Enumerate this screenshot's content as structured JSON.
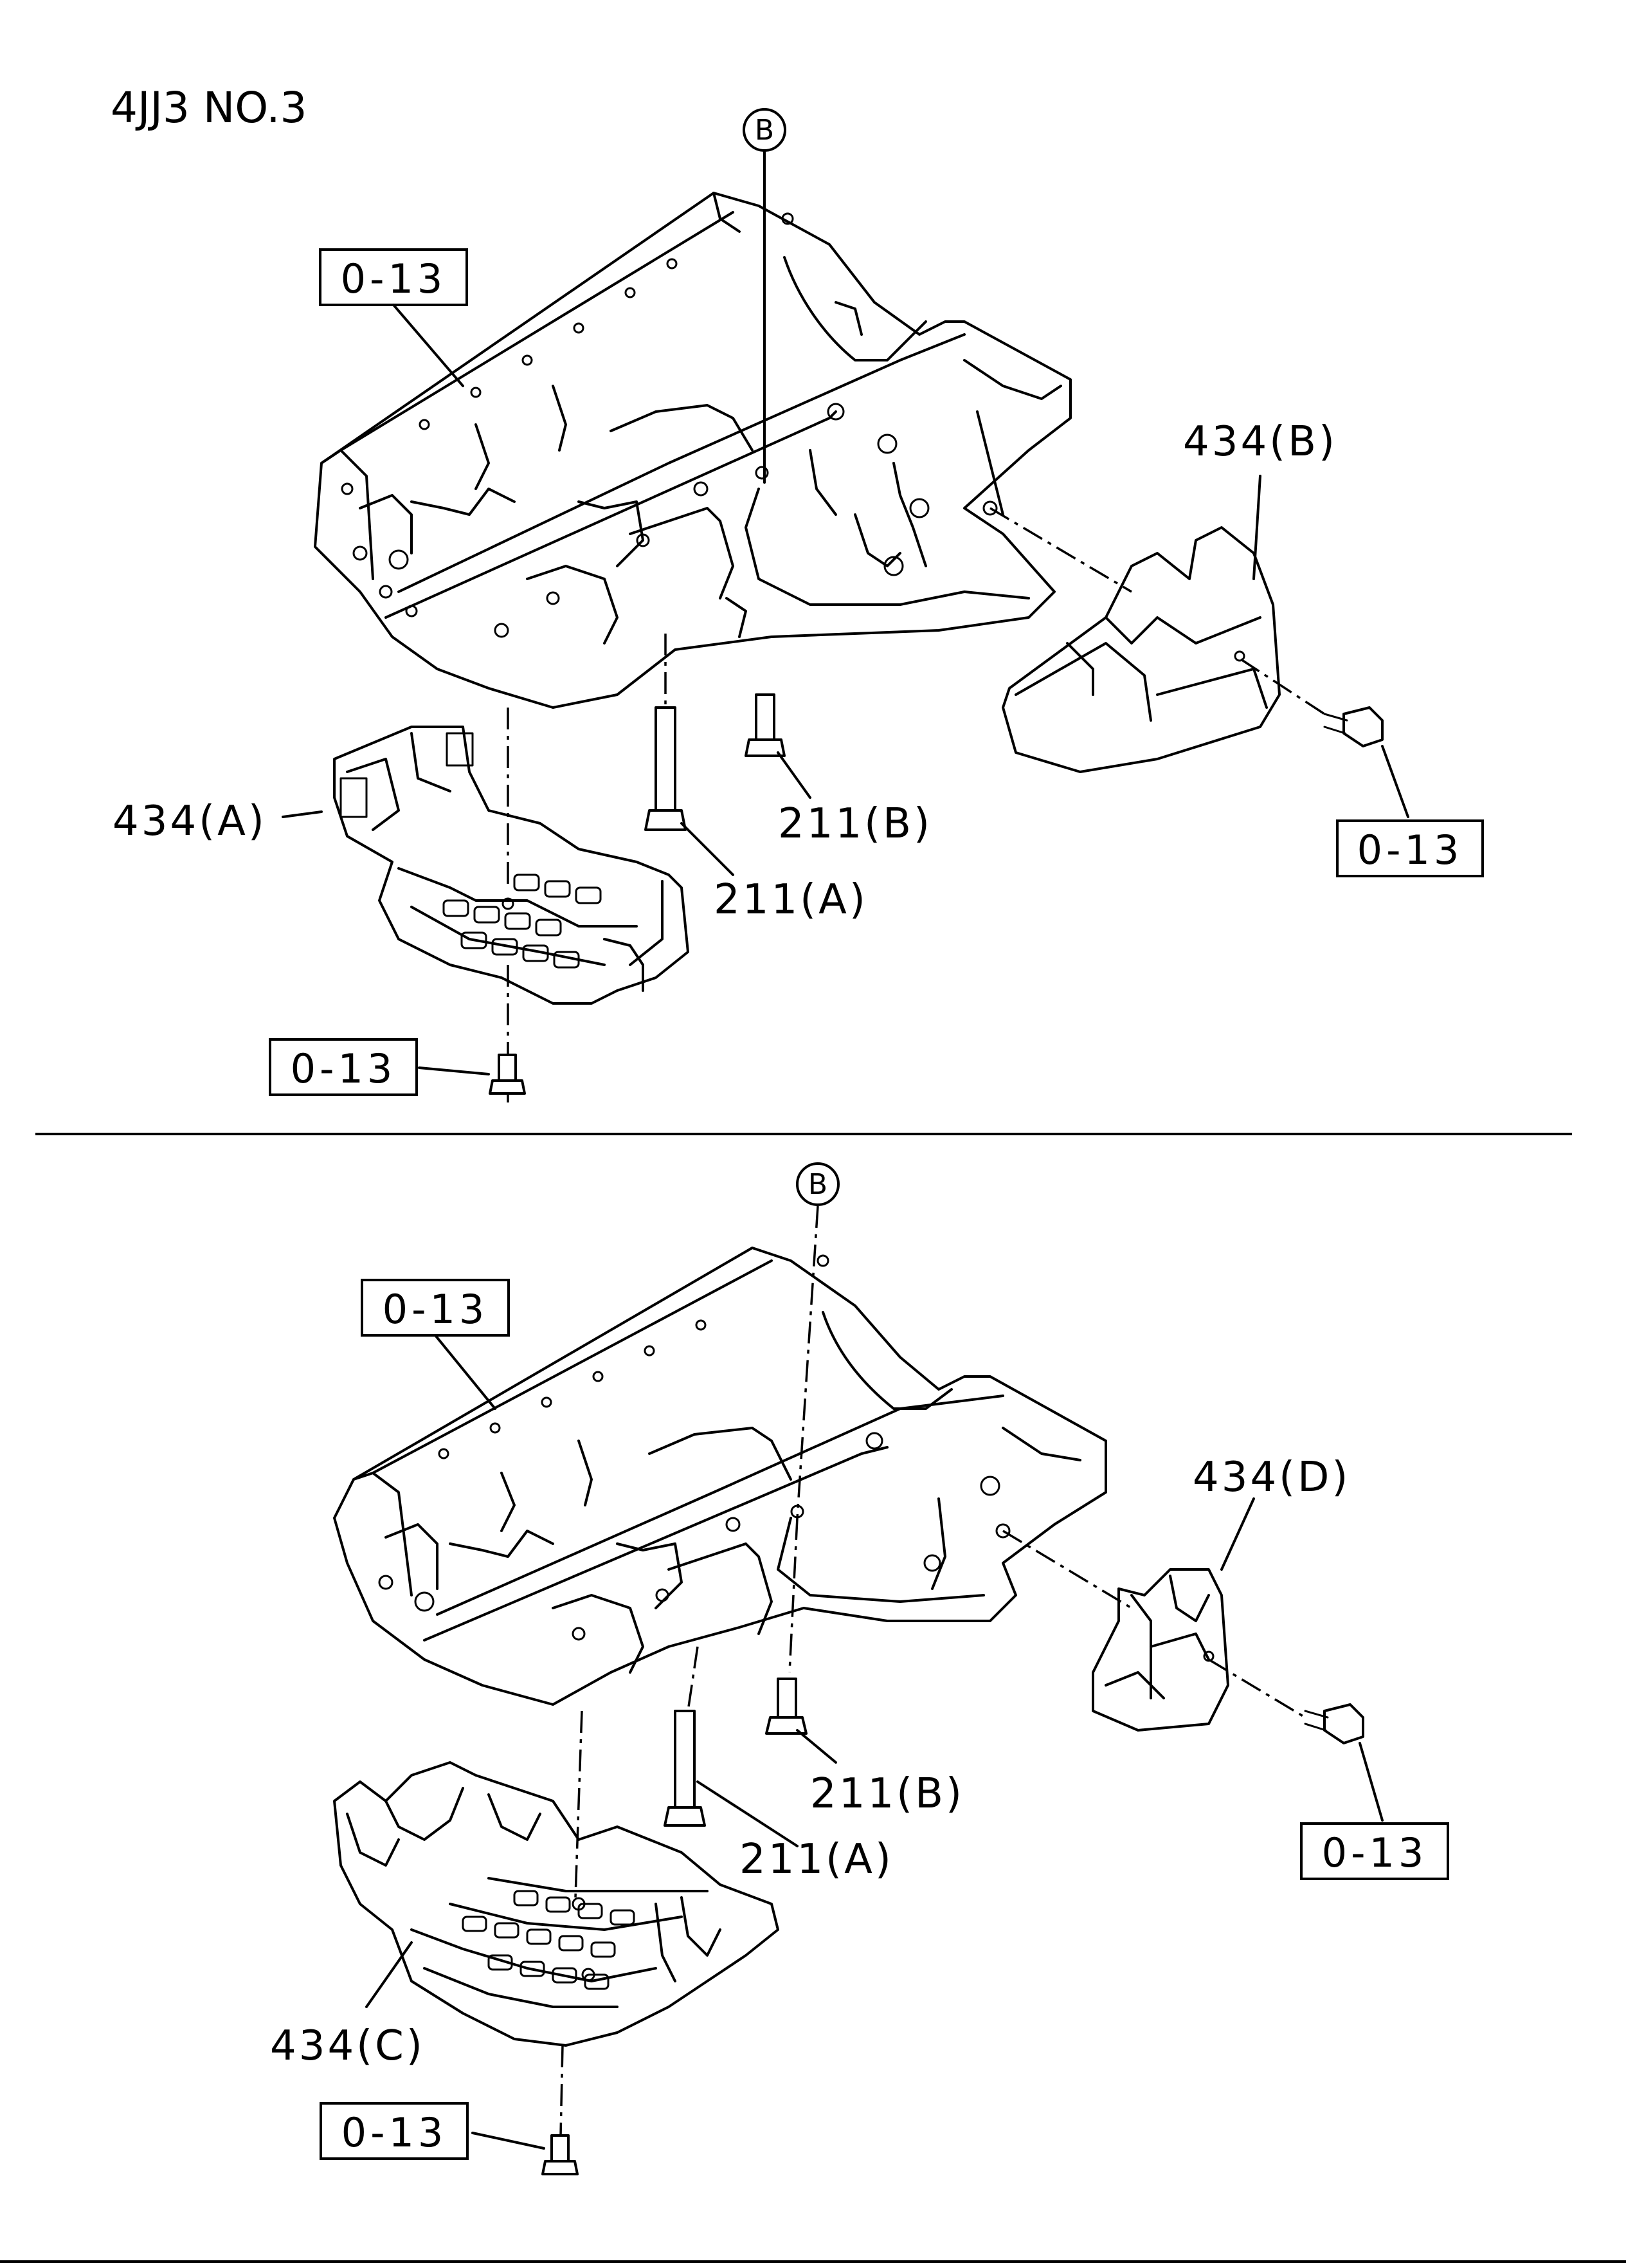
{
  "title": "4JJ3 NO.3",
  "circle_ref": "B",
  "ref_label": "0-13",
  "upper": {
    "part_434_a": "434(A)",
    "part_434_b": "434(B)",
    "part_211_a": "211(A)",
    "part_211_b": "211(B)"
  },
  "lower": {
    "part_434_c": "434(C)",
    "part_434_d": "434(D)",
    "part_211_a": "211(A)",
    "part_211_b": "211(B)"
  }
}
